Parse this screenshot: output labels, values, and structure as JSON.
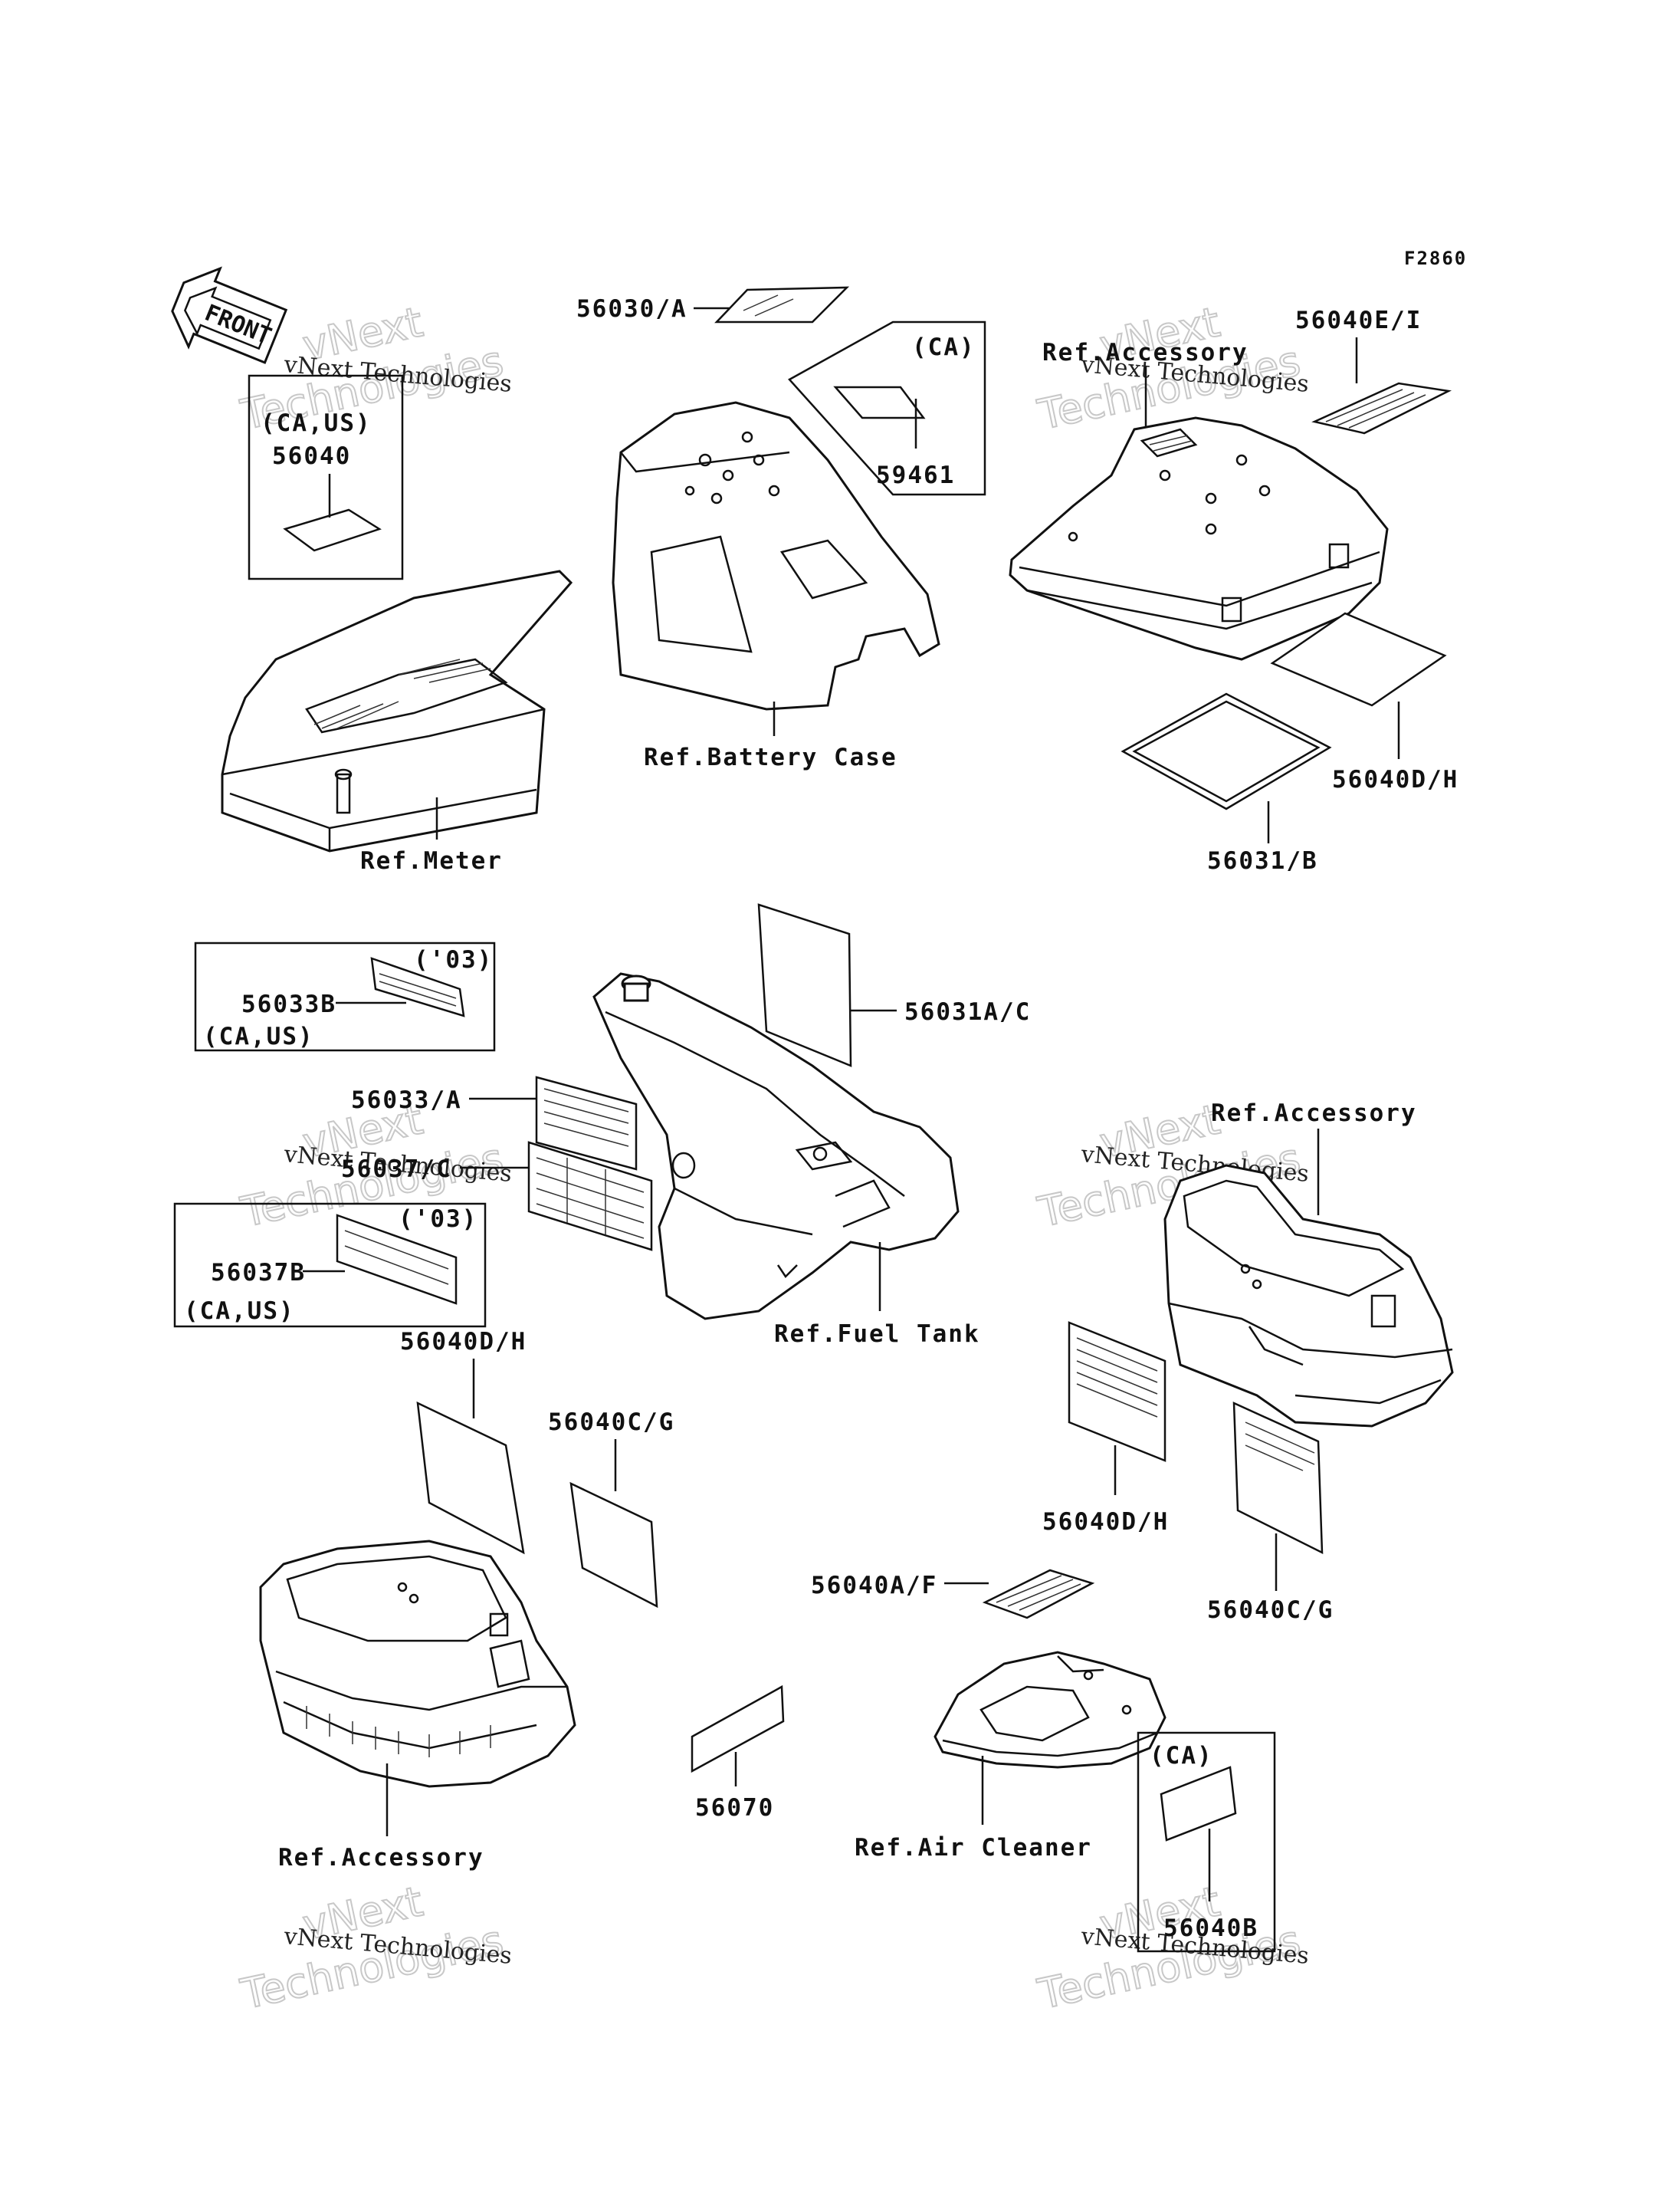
{
  "figure_code": "F2860",
  "front_arrow": {
    "label": "FRONT",
    "icon": "front-arrow-icon"
  },
  "watermark": {
    "line1": "vNext Technologies",
    "line2": "vNext",
    "line3": "Technologies"
  },
  "labels": {
    "l_56030A": "56030/A",
    "l_CA_top": "(CA)",
    "l_59461": "59461",
    "l_ref_accessory_top": "Ref.Accessory",
    "l_56040EI": "56040E/I",
    "l_CAUS_1": "(CA,US)",
    "l_56040": "56040",
    "l_ref_battery_case": "Ref.Battery Case",
    "l_ref_meter": "Ref.Meter",
    "l_56040DH_top": "56040D/H",
    "l_56031B": "56031/B",
    "l_03_a": "('03)",
    "l_56033B": "56033B",
    "l_CAUS_2": "(CA,US)",
    "l_56031AC": "56031A/C",
    "l_56033A": "56033/A",
    "l_56037": "56037/C",
    "l_03_b": "('03)",
    "l_56037B": "56037B",
    "l_CAUS_3": "(CA,US)",
    "l_ref_fuel_tank": "Ref.Fuel Tank",
    "l_ref_accessory_right": "Ref.Accessory",
    "l_56040DH_left": "56040D/H",
    "l_56040CG_mid": "56040C/G",
    "l_56040DH_right": "56040D/H",
    "l_56040AF": "56040A/F",
    "l_56040CG_right": "56040C/G",
    "l_CA_bottom": "(CA)",
    "l_56070": "56070",
    "l_ref_accessory_bottom": "Ref.Accessory",
    "l_ref_air_cleaner": "Ref.Air Cleaner",
    "l_56040B": "56040B"
  }
}
